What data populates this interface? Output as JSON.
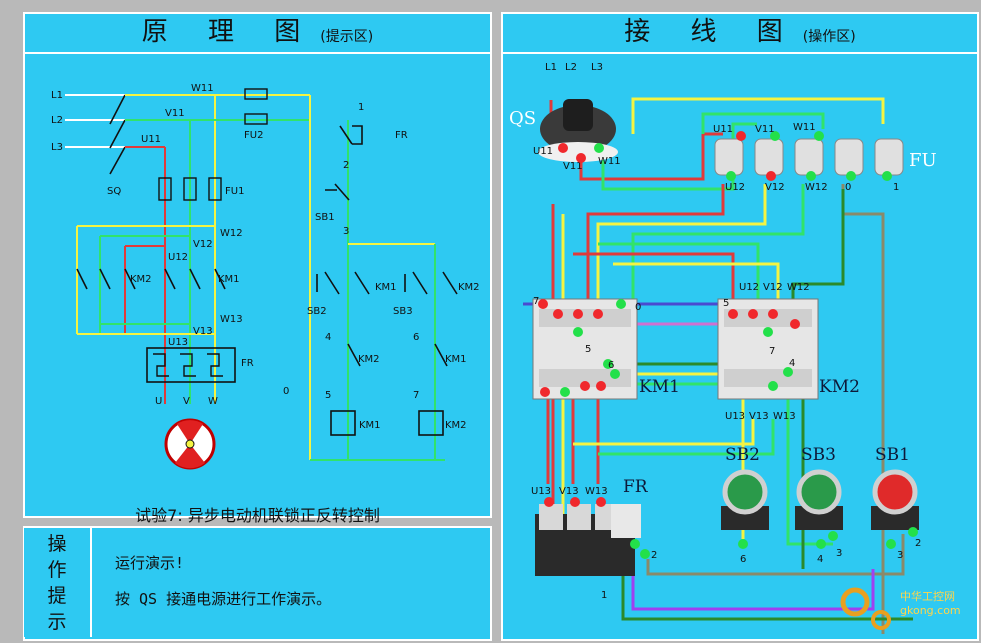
{
  "left_panel": {
    "title": "原 理 图",
    "subtitle": "(提示区)",
    "caption": "试验7: 异步电动机联锁正反转控制"
  },
  "right_panel": {
    "title": "接 线 图",
    "subtitle": "(操作区)"
  },
  "operation_panel": {
    "side_label": [
      "操",
      "作",
      "提",
      "示"
    ],
    "messages": [
      "运行演示!",
      "按 QS 接通电源进行工作演示。"
    ]
  },
  "schematic_labels": {
    "phases": [
      "L1",
      "L2",
      "L3"
    ],
    "nodes_top": [
      "W11",
      "V11",
      "U11"
    ],
    "nodes_mid": [
      "W12",
      "V12",
      "U12"
    ],
    "nodes_low": [
      "W13",
      "V13",
      "U13"
    ],
    "motor": [
      "U",
      "V",
      "W"
    ],
    "sq": "SQ",
    "fu1": "FU1",
    "fu2": "FU2",
    "km1": "KM1",
    "km2": "KM2",
    "fr": "FR",
    "sb1": "SB1",
    "sb2": "SB2",
    "sb3": "SB3",
    "numbers": [
      "1",
      "2",
      "3",
      "4",
      "5",
      "6",
      "7",
      "0"
    ]
  },
  "wiring_labels": {
    "qs": "QS",
    "fu": "FU",
    "km1": "KM1",
    "km2": "KM2",
    "fr": "FR",
    "sb1": "SB1",
    "sb2": "SB2",
    "sb3": "SB3",
    "top_phases": [
      "L1",
      "L2",
      "L3"
    ],
    "qs_terms": [
      "U11",
      "V11",
      "W11"
    ],
    "fu_top": [
      "U11",
      "V11",
      "W11"
    ],
    "fu_bottom": [
      "U12",
      "V12",
      "W12",
      "0",
      "1"
    ],
    "km2_top": [
      "U12",
      "V12",
      "W12"
    ],
    "km2_bottom": [
      "U13",
      "V13",
      "W13"
    ],
    "fr_top": [
      "U13",
      "V13",
      "W13"
    ],
    "fr_terms": [
      "1",
      "2"
    ],
    "km1_terms": [
      "7",
      "0",
      "5",
      "6"
    ],
    "km2_terms": [
      "5",
      "7",
      "4"
    ],
    "btn_terms": [
      "6",
      "4",
      "3",
      "3",
      "2"
    ]
  },
  "watermark": "中华工控网 gkong.com",
  "colors": {
    "panel": "#2ec9f2",
    "border": "#ffffff",
    "wire_yellow": "#f4f442",
    "wire_green": "#31e36a",
    "wire_red": "#e03a3a",
    "terminal_green": "#23e04a",
    "terminal_red": "#f0282c"
  }
}
